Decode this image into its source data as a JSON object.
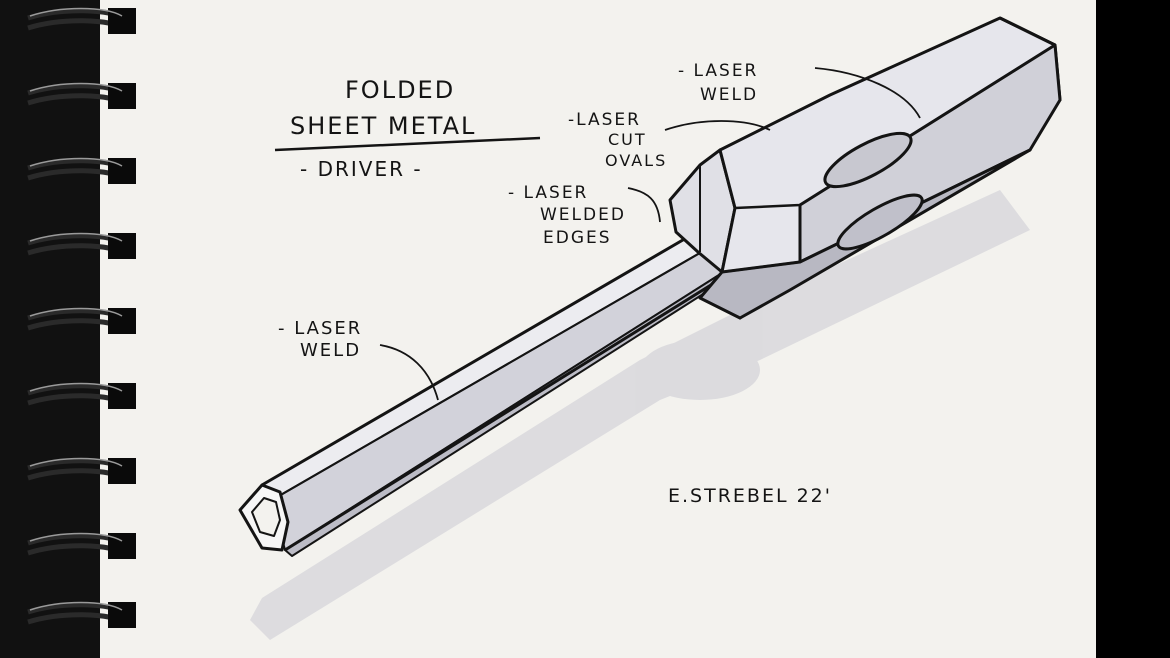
{
  "sketch": {
    "title_line1": "FOLDED",
    "title_line2": "SHEET METAL",
    "subtitle": "- DRIVER -",
    "callouts": {
      "top_weld_l1": "- LASER",
      "top_weld_l2": "WELD",
      "ovals_l1": "-LASER",
      "ovals_l2": "CUT",
      "ovals_l3": "OVALS",
      "edges_l1": "- LASER",
      "edges_l2": "WELDED",
      "edges_l3": "EDGES",
      "shaft_weld_l1": "- LASER",
      "shaft_weld_l2": "WELD"
    },
    "signature": "E.STREBEL 22'"
  },
  "colors": {
    "paper": "#f3f2ee",
    "ink": "#141414",
    "marker_light": "#dcdce2",
    "marker_mid": "#c2c2ca",
    "shadow": "#d8d8dc",
    "binding": "#111111"
  }
}
